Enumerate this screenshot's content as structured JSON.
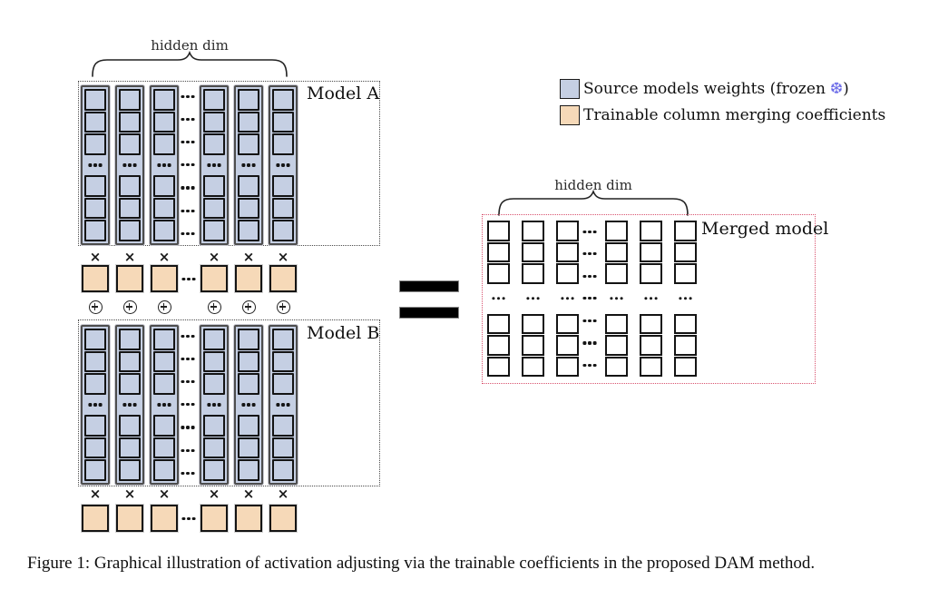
{
  "figure": {
    "hidden_dim_label_a": "hidden dim",
    "hidden_dim_label_merged": "hidden dim",
    "model_a_label": "Model A",
    "model_b_label": "Model B",
    "merged_label": "Merged model",
    "symbols": {
      "multiply": "×",
      "snowflake": "❆"
    },
    "legend": {
      "source_label": "Source models weights (frozen",
      "source_suffix": ")",
      "trainable_label": "Trainable column merging coefficients"
    },
    "colors": {
      "source_weight_fill": "#c5cfe3",
      "trainable_coeff_fill": "#f6d9b8",
      "merged_box_border": "#d9536f",
      "model_box_border": "#4a4a4a",
      "snowflake_color": "#6b6be8"
    }
  },
  "caption": "Figure 1: Graphical illustration of activation adjusting via the trainable coefficients in the proposed DAM method."
}
